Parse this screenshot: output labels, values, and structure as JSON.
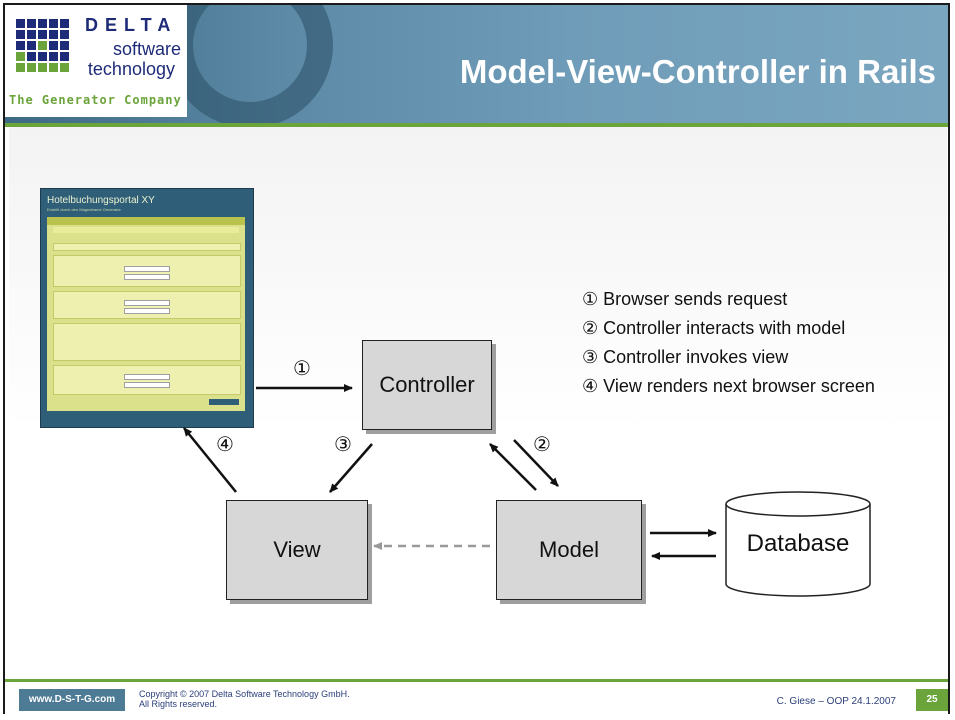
{
  "header": {
    "title": "Model-View-Controller in Rails",
    "logo": {
      "delta": "DELTA",
      "software": "software",
      "technology": "technology",
      "tagline": "The Generator Company"
    }
  },
  "diagram": {
    "nodes": {
      "controller": "Controller",
      "view": "View",
      "model": "Model",
      "database": "Database"
    },
    "arrow_labels": [
      "①",
      "②",
      "③",
      "④"
    ],
    "legend": [
      "① Browser sends request",
      "② Controller interacts with model",
      "③ Controller invokes view",
      "④ View renders next browser screen"
    ],
    "screenshot": {
      "title": "Hotelbuchungsportal XY",
      "subtitle": "Erstellt durch den Magnaframe Generator"
    }
  },
  "footer": {
    "website": "www.D-S-T-G.com",
    "copyright_line1": "Copyright © 2007 Delta Software Technology GmbH.",
    "copyright_line2": "All Rights reserved.",
    "author": "C. Giese – OOP 24.1.2007",
    "page": "25"
  },
  "colors": {
    "header": "#5d8aa6",
    "accent_green": "#6aa43a",
    "navy": "#1d2b78",
    "box_fill": "#d7d7d7"
  }
}
